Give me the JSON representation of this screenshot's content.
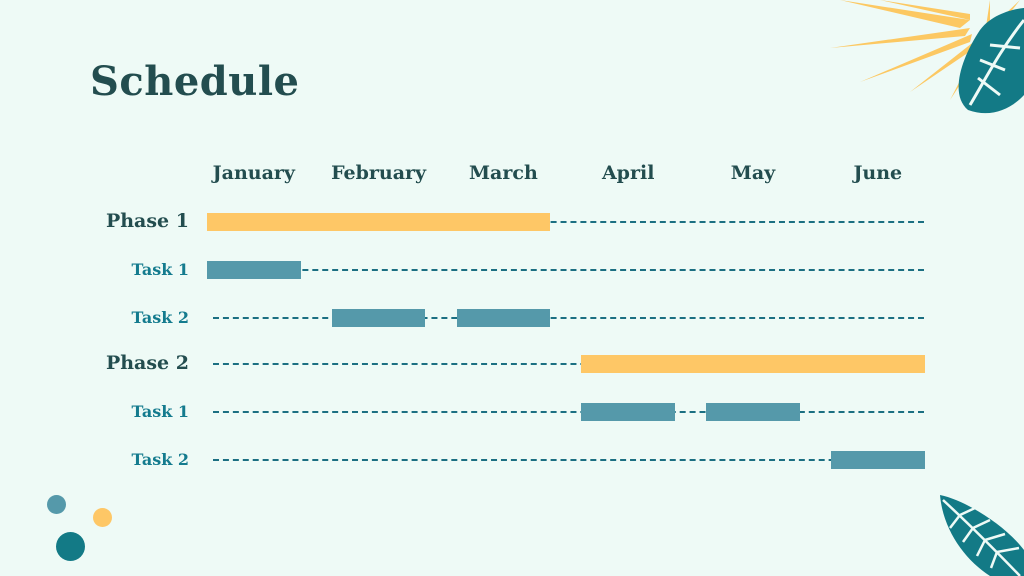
{
  "title": "Schedule",
  "months": [
    "January",
    "February",
    "March",
    "April",
    "May",
    "June"
  ],
  "rows": [
    {
      "label": "Phase 1",
      "kind": "phase",
      "segments": [
        [
          0,
          2.75
        ]
      ]
    },
    {
      "label": "Task 1",
      "kind": "task",
      "segments": [
        [
          0,
          0.75
        ]
      ]
    },
    {
      "label": "Task 2",
      "kind": "task",
      "segments": [
        [
          1,
          1.75
        ],
        [
          2,
          2.75
        ]
      ]
    },
    {
      "label": "Phase 2",
      "kind": "phase",
      "segments": [
        [
          3,
          5.75
        ]
      ]
    },
    {
      "label": "Task 1",
      "kind": "task",
      "segments": [
        [
          3,
          3.75
        ],
        [
          4,
          4.75
        ]
      ]
    },
    {
      "label": "Task 2",
      "kind": "task",
      "segments": [
        [
          5,
          5.75
        ]
      ]
    }
  ],
  "colors": {
    "background": "#eefaf6",
    "phase_bar": "#fec766",
    "task_bar": "#5599aa",
    "dashed_line": "#1b6f82",
    "title": "#234d4f",
    "task_label": "#147b8e"
  }
}
